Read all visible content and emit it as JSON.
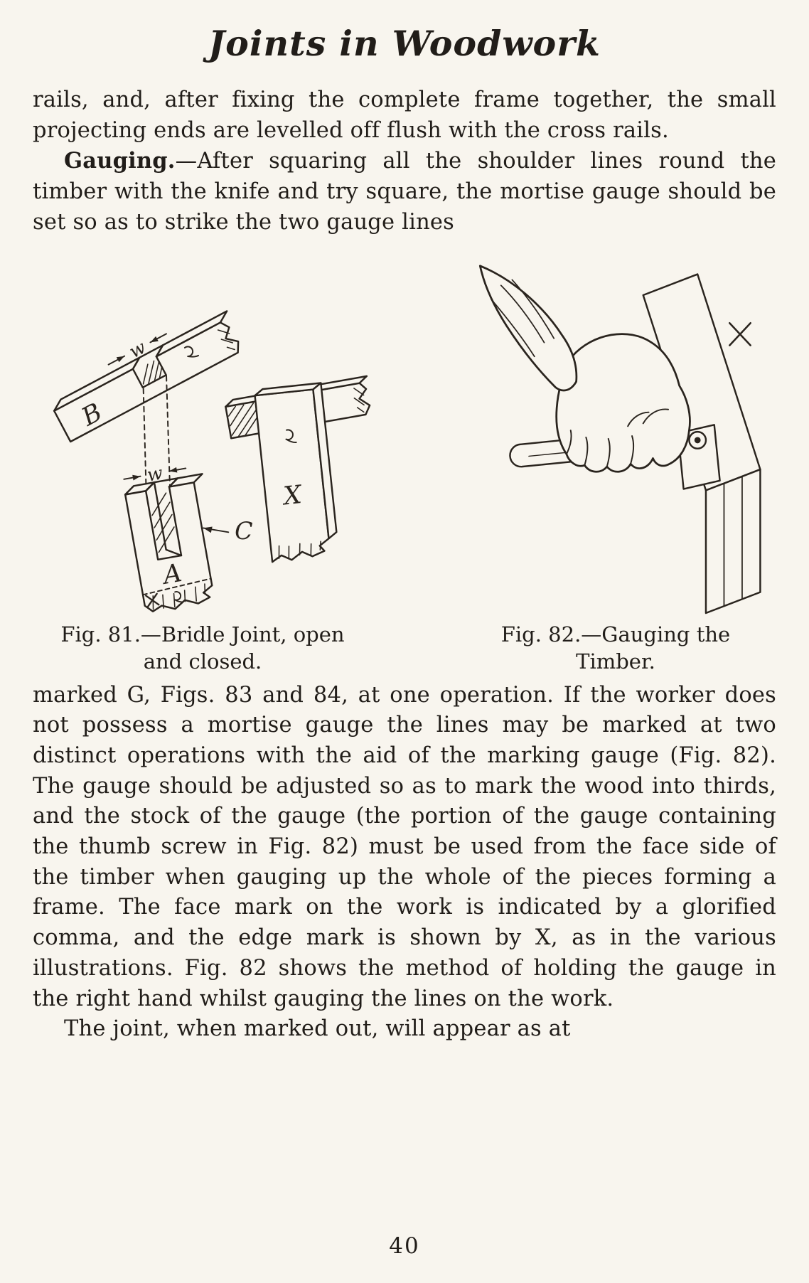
{
  "page": {
    "title": "Joints in Woodwork",
    "number": "40"
  },
  "body": {
    "p1": "rails, and, after fixing the complete frame together, the small projecting ends are levelled off flush with the cross rails.",
    "p2_lead": "Gauging.",
    "p2": "—After squaring all the shoulder lines round the timber with the knife and try square, the mortise gauge should be set so as to strike the two gauge lines",
    "p3": "marked G, Figs. 83 and 84, at one operation.  If the worker does not possess a mortise gauge the lines may be marked at two distinct operations with the aid of the marking gauge (Fig. 82).  The gauge should be adjusted so as to mark the wood into thirds, and the stock of the gauge (the portion of the gauge containing the thumb screw in Fig. 82) must be used from the face side of the timber when gauging up the whole of the pieces forming a frame.  The face mark on the work is indicated by a glorified comma, and the edge mark is shown by X, as in the various illustrations.  Fig. 82 shows the method of holding the gauge in the right hand whilst gauging the lines on the work.",
    "p4": "The joint, when marked out, will appear as at"
  },
  "figures": {
    "fig81": {
      "caption1": "Fig. 81.—Bridle Joint, open",
      "caption2": "and closed.",
      "label_b": "B",
      "label_a": "A",
      "label_c": "C",
      "label_x": "X",
      "label_w": "w"
    },
    "fig82": {
      "caption1": "Fig. 82.—Gauging the",
      "caption2": "Timber."
    }
  },
  "colors": {
    "paper": "#f8f5ee",
    "ink": "#211d19"
  }
}
